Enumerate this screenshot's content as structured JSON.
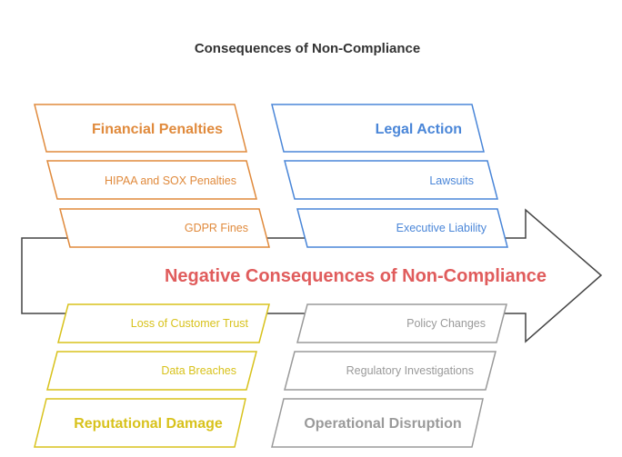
{
  "title": "Consequences of Non-Compliance",
  "spine": {
    "label": "Negative Consequences of Non-Compliance",
    "color": "#e05c5c"
  },
  "categories": {
    "financial": {
      "heading": "Financial Penalties",
      "color": "#e08a3c",
      "items": [
        "HIPAA and SOX Penalties",
        "GDPR Fines"
      ]
    },
    "legal": {
      "heading": "Legal Action",
      "color": "#4a86d8",
      "items": [
        "Lawsuits",
        "Executive Liability"
      ]
    },
    "reputational": {
      "heading": "Reputational Damage",
      "color": "#d8c21c",
      "items": [
        "Loss of Customer Trust",
        "Data Breaches"
      ]
    },
    "operational": {
      "heading": "Operational Disruption",
      "color": "#9a9a9a",
      "items": [
        "Policy Changes",
        "Regulatory Investigations"
      ]
    }
  }
}
